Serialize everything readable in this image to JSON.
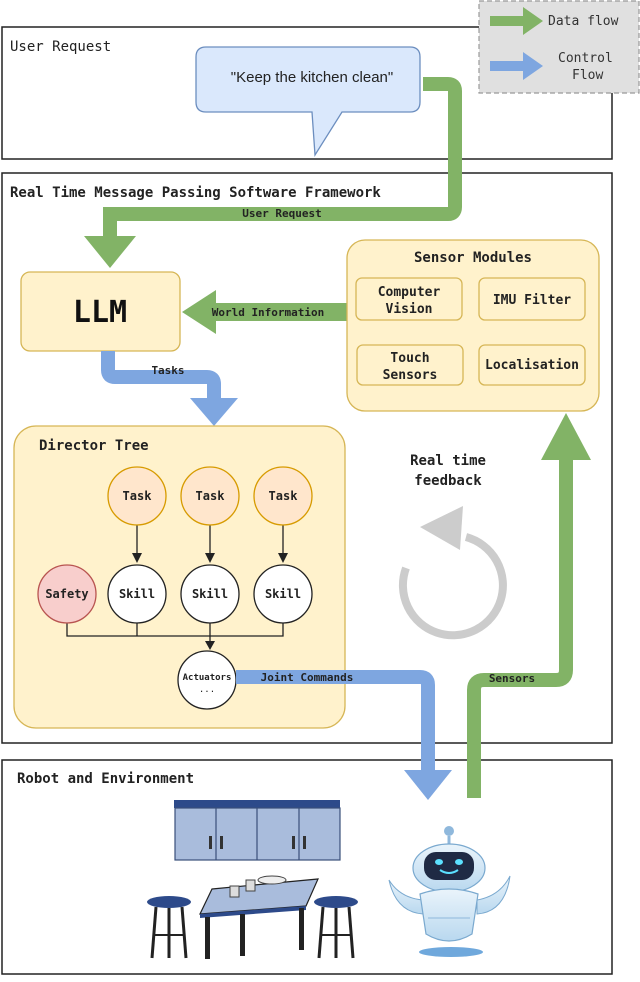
{
  "legend": {
    "data_flow": "Data flow",
    "control_flow_line1": "Control",
    "control_flow_line2": "Flow"
  },
  "user_request_section": {
    "title": "User Request",
    "speech_bubble": "\"Keep the kitchen clean\""
  },
  "framework_section": {
    "title": "Real Time Message Passing Software Framework",
    "user_request_arrow_label": "User Request",
    "llm_label": "LLM",
    "world_information_label": "World Information",
    "tasks_label": "Tasks",
    "sensor_modules": {
      "title": "Sensor Modules",
      "computer_vision_line1": "Computer",
      "computer_vision_line2": "Vision",
      "imu_filter": "IMU Filter",
      "touch_sensors_line1": "Touch",
      "touch_sensors_line2": "Sensors",
      "localisation": "Localisation"
    },
    "director_tree": {
      "title": "Director Tree",
      "task_1": "Task",
      "task_2": "Task",
      "task_3": "Task",
      "safety": "Safety",
      "skill_1": "Skill",
      "skill_2": "Skill",
      "skill_3": "Skill",
      "actuators": "Actuators",
      "actuators_dots": "..."
    },
    "realtime_feedback_line1": "Real time",
    "realtime_feedback_line2": "feedback",
    "joint_commands_label": "Joint Commands",
    "sensors_label": "Sensors"
  },
  "robot_section": {
    "title": "Robot and Environment"
  },
  "colors": {
    "data_flow": "#82b366",
    "control_flow": "#7ea6e0",
    "module_fill": "#fff2cc",
    "module_stroke": "#d6b656",
    "task_fill": "#ffe6cc",
    "safety_fill": "#f8cecc",
    "bubble_fill": "#dae8fc"
  }
}
